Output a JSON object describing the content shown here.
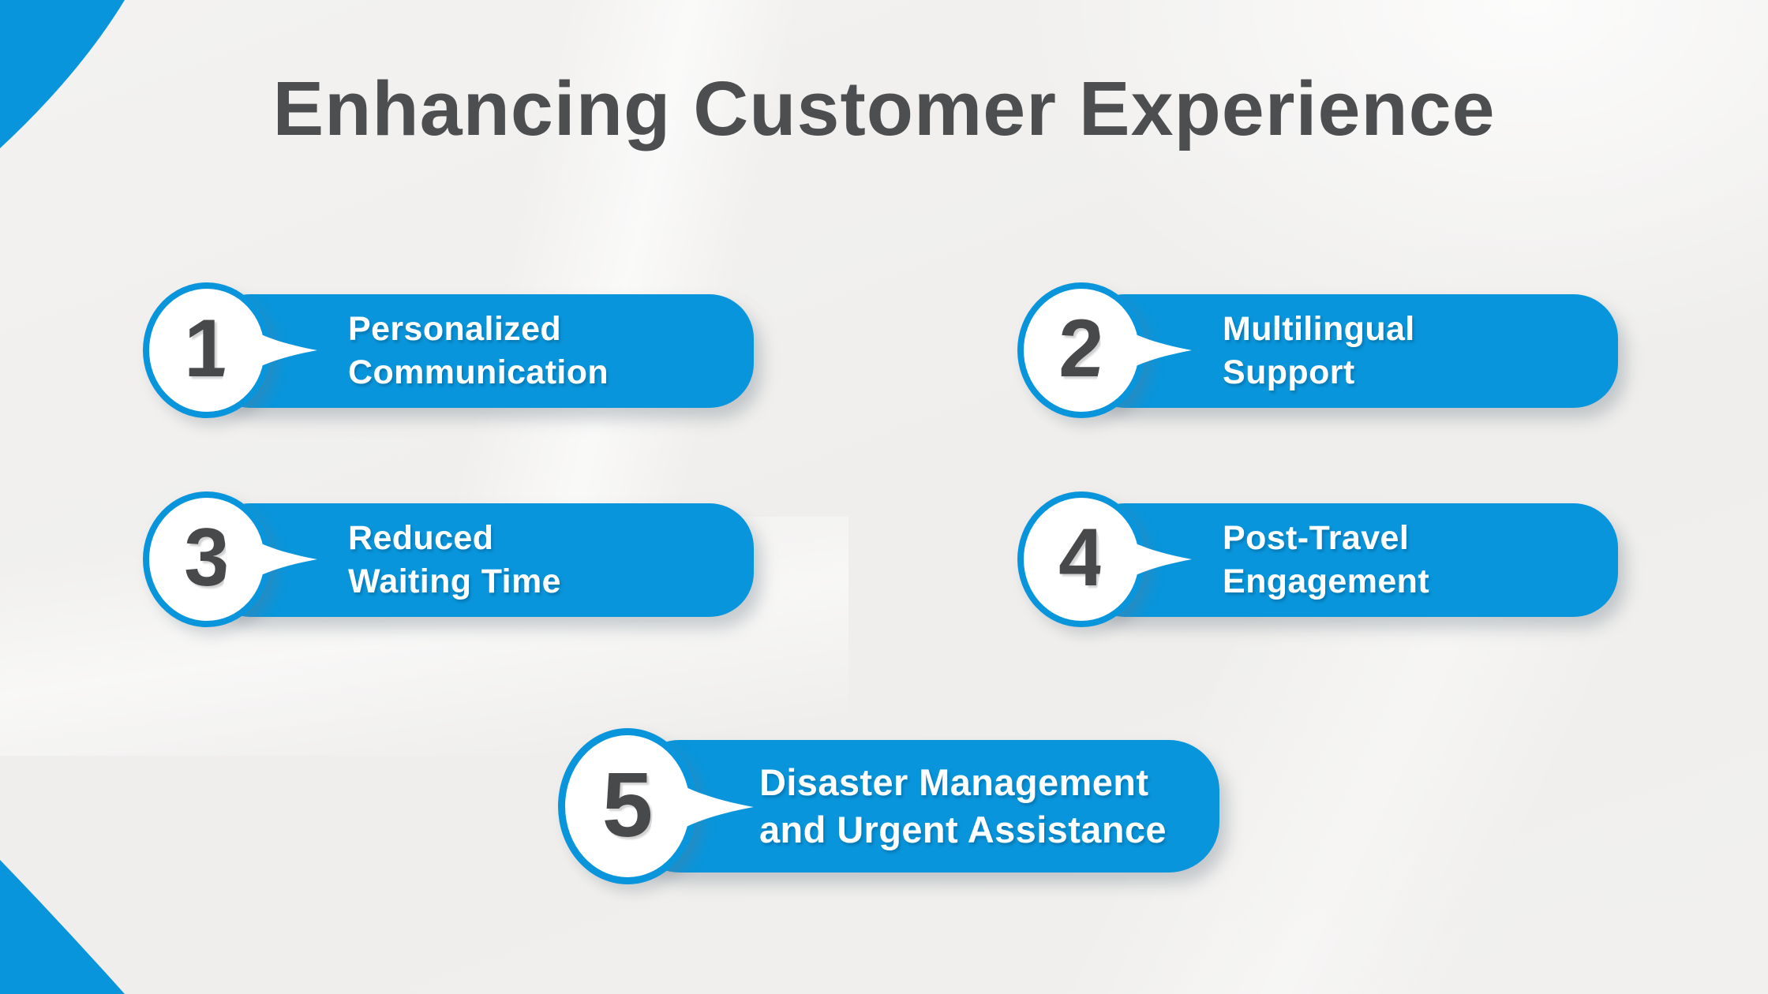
{
  "title": "Enhancing Customer Experience",
  "steps": [
    {
      "number": "1",
      "label": "Personalized\nCommunication"
    },
    {
      "number": "2",
      "label": "Multilingual\nSupport"
    },
    {
      "number": "3",
      "label": "Reduced\nWaiting Time"
    },
    {
      "number": "4",
      "label": "Post-Travel\nEngagement"
    },
    {
      "number": "5",
      "label": "Disaster Management\nand Urgent Assistance"
    }
  ],
  "colors": {
    "accent": "#0995db",
    "title-color": "#4d4e50",
    "number-color": "#48494b",
    "pill-text-color": "#ffffff",
    "bg-color": "#f0efee"
  }
}
